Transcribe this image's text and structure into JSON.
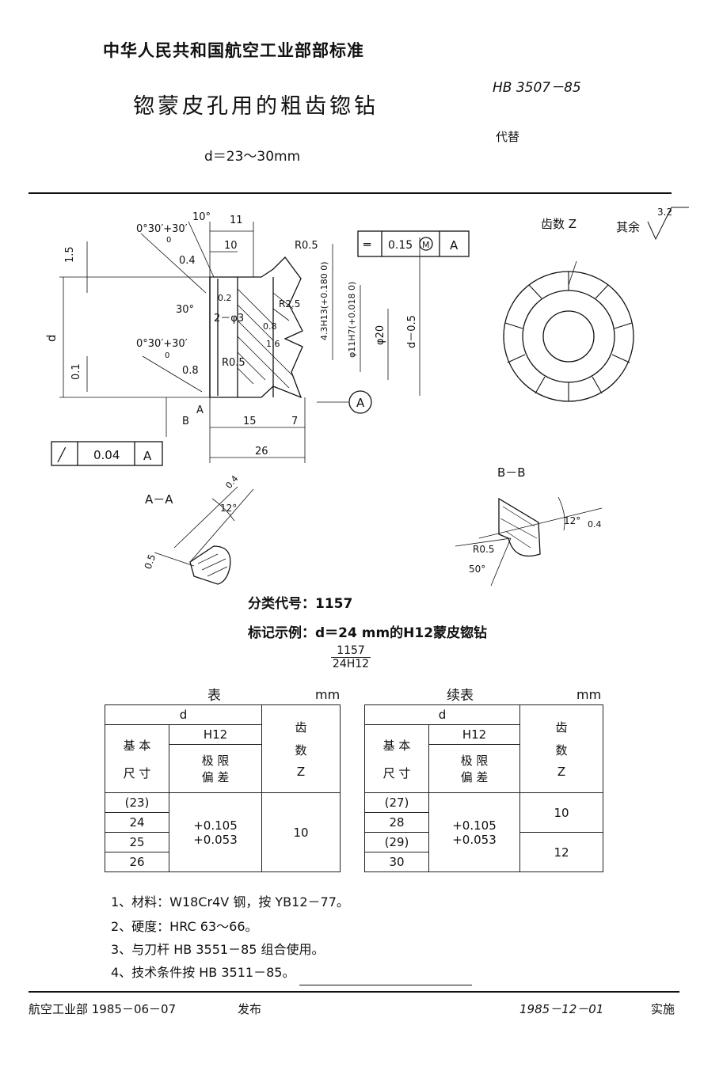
{
  "header": {
    "organization": "中华人民共和国航空工业部部标准",
    "standard_code": "HB 3507－85",
    "title": "锪蒙皮孔用的粗齿锪钻",
    "replaces": "代替",
    "size_range": "d＝23～30mm"
  },
  "drawing": {
    "dims": {
      "angle_top": "0°30′+30′",
      "angle_top_sub": "0",
      "angle_10": "10°",
      "dim_11": "11",
      "dim_10": "10",
      "r05_top": "R0.5",
      "dim_15_left": "1.5",
      "dim_04": "0.4",
      "angle_30": "30°",
      "chamfer_02": "0.2",
      "holes": "2－φ3",
      "r215": "R2.5",
      "slot_tol": "4.3H13(+0.180 0)",
      "bore_tol": "φ11H7(+0.018 0)",
      "phi20": "φ20",
      "d_minus": "d－0.5",
      "d_label": "d",
      "angle_mid": "0°30′+30′",
      "angle_mid_sub": "0",
      "dim_01": "0.1",
      "dim_08_left": "0.8",
      "r05_low": "R0.5",
      "surf_08": "0.8",
      "surf_16": "1.6",
      "section_A": "A",
      "section_B": "B",
      "dim_15": "15",
      "dim_7": "7",
      "dim_26": "26",
      "datum_A": "A"
    },
    "tolerance_frame_top": {
      "symbol": "═",
      "value": "0.15",
      "modifier": "M",
      "datum": "A"
    },
    "tolerance_frame_low": {
      "symbol": "╱",
      "value": "0.04",
      "datum": "A"
    },
    "teeth_label": "齿数 Z",
    "rest_roughness": "其余",
    "rest_roughness_value": "3.2",
    "section_aa": {
      "title": "A－A",
      "angle": "12°",
      "dim_05": "0.5",
      "dim_04": "0.4"
    },
    "section_bb": {
      "title": "B－B",
      "angle_12": "12°",
      "dim_04": "0.4",
      "radius": "R0.5",
      "angle_50": "50°"
    }
  },
  "classification": "分类代号：1157",
  "marking_example": "标记示例：d＝24 mm的H12蒙皮锪钻",
  "marking_fraction": {
    "numerator": "1157",
    "denominator": "24H12"
  },
  "table_left": {
    "caption": "表",
    "unit": "mm",
    "h_d": "d",
    "h_basic": "基  本",
    "h_size": "尺  寸",
    "h_h12": "H12",
    "h_limit": "极  限",
    "h_dev": "偏  差",
    "h_teeth": "齿",
    "h_count": "数",
    "h_z": "Z",
    "rows": [
      "(23)",
      "24",
      "25",
      "26"
    ],
    "dev": "+0.105\n+0.053",
    "z": "10"
  },
  "table_right": {
    "caption": "续表",
    "unit": "mm",
    "h_d": "d",
    "h_basic": "基  本",
    "h_size": "尺  寸",
    "h_h12": "H12",
    "h_limit": "极  限",
    "h_dev": "偏  差",
    "h_teeth": "齿",
    "h_count": "数",
    "h_z": "Z",
    "rows": [
      "(27)",
      "28",
      "(29)",
      "30"
    ],
    "dev": "+0.105\n+0.053",
    "z1": "10",
    "z2": "12"
  },
  "notes": [
    "1、材料：W18Cr4V 钢，按 YB12－77。",
    "2、硬度：HRC 63～66。",
    "3、与刀杆 HB 3551－85 组合使用。",
    "4、技术条件按 HB 3511－85。"
  ],
  "footer": {
    "issuer": "航空工业部 1985－06－07",
    "issued": "发布",
    "effective_date": "1985－12－01",
    "effective": "实施"
  }
}
